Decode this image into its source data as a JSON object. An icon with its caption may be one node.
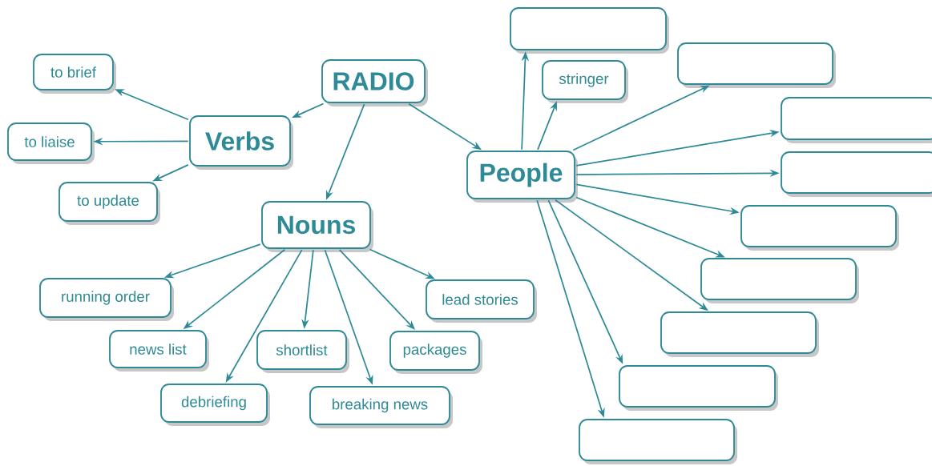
{
  "diagram": {
    "nodes": [
      {
        "text": [
          "RADIO"
        ]
      },
      {
        "text": [
          "Verbs"
        ]
      },
      {
        "text": [
          "to brief"
        ]
      },
      {
        "text": [
          "to liaise"
        ]
      },
      {
        "text": [
          "to update"
        ]
      },
      {
        "text": [
          "Nouns"
        ]
      },
      {
        "text": [
          "running order"
        ]
      },
      {
        "text": [
          "news list"
        ]
      },
      {
        "text": [
          "debriefing"
        ]
      },
      {
        "text": [
          "shortlist"
        ]
      },
      {
        "text": [
          "breaking news"
        ]
      },
      {
        "text": [
          "packages"
        ]
      },
      {
        "text": [
          "lead stories"
        ]
      },
      {
        "text": [
          "People"
        ]
      },
      {
        "text": [
          "stringer"
        ]
      },
      {
        "text": [],
        "shape": "box"
      },
      {
        "text": [],
        "shape": "box"
      },
      {
        "text": [],
        "shape": "box"
      },
      {
        "text": [],
        "shape": "box"
      },
      {
        "text": [],
        "shape": "box"
      },
      {
        "text": [],
        "shape": "box"
      },
      {
        "text": [],
        "shape": "box"
      },
      {
        "text": [],
        "shape": "box"
      },
      {
        "text": [],
        "shape": "box"
      }
    ],
    "edges": [
      {
        "from": 0,
        "to": 1,
        "arrow": "to"
      },
      {
        "from": 0,
        "to": 5,
        "arrow": "to"
      },
      {
        "from": 0,
        "to": 13,
        "arrow": "to"
      },
      {
        "from": 1,
        "to": 2,
        "arrow": "to"
      },
      {
        "from": 1,
        "to": 3,
        "arrow": "to"
      },
      {
        "from": 1,
        "to": 4,
        "arrow": "to"
      },
      {
        "from": 5,
        "to": 6,
        "arrow": "to"
      },
      {
        "from": 5,
        "to": 7,
        "arrow": "to"
      },
      {
        "from": 5,
        "to": 8,
        "arrow": "to"
      },
      {
        "from": 5,
        "to": 9,
        "arrow": "to"
      },
      {
        "from": 5,
        "to": 10,
        "arrow": "to"
      },
      {
        "from": 5,
        "to": 11,
        "arrow": "to"
      },
      {
        "from": 5,
        "to": 12,
        "arrow": "to"
      },
      {
        "from": 13,
        "to": 14,
        "arrow": "to"
      },
      {
        "from": 13,
        "to": 15,
        "arrow": "to"
      },
      {
        "from": 13,
        "to": 16,
        "arrow": "to"
      },
      {
        "from": 13,
        "to": 17,
        "arrow": "to"
      },
      {
        "from": 13,
        "to": 18,
        "arrow": "to"
      },
      {
        "from": 13,
        "to": 19,
        "arrow": "to"
      },
      {
        "from": 13,
        "to": 20,
        "arrow": "to"
      },
      {
        "from": 13,
        "to": 21,
        "arrow": "to"
      },
      {
        "from": 13,
        "to": 22,
        "arrow": "to"
      },
      {
        "from": 13,
        "to": 23,
        "arrow": "to"
      }
    ]
  }
}
